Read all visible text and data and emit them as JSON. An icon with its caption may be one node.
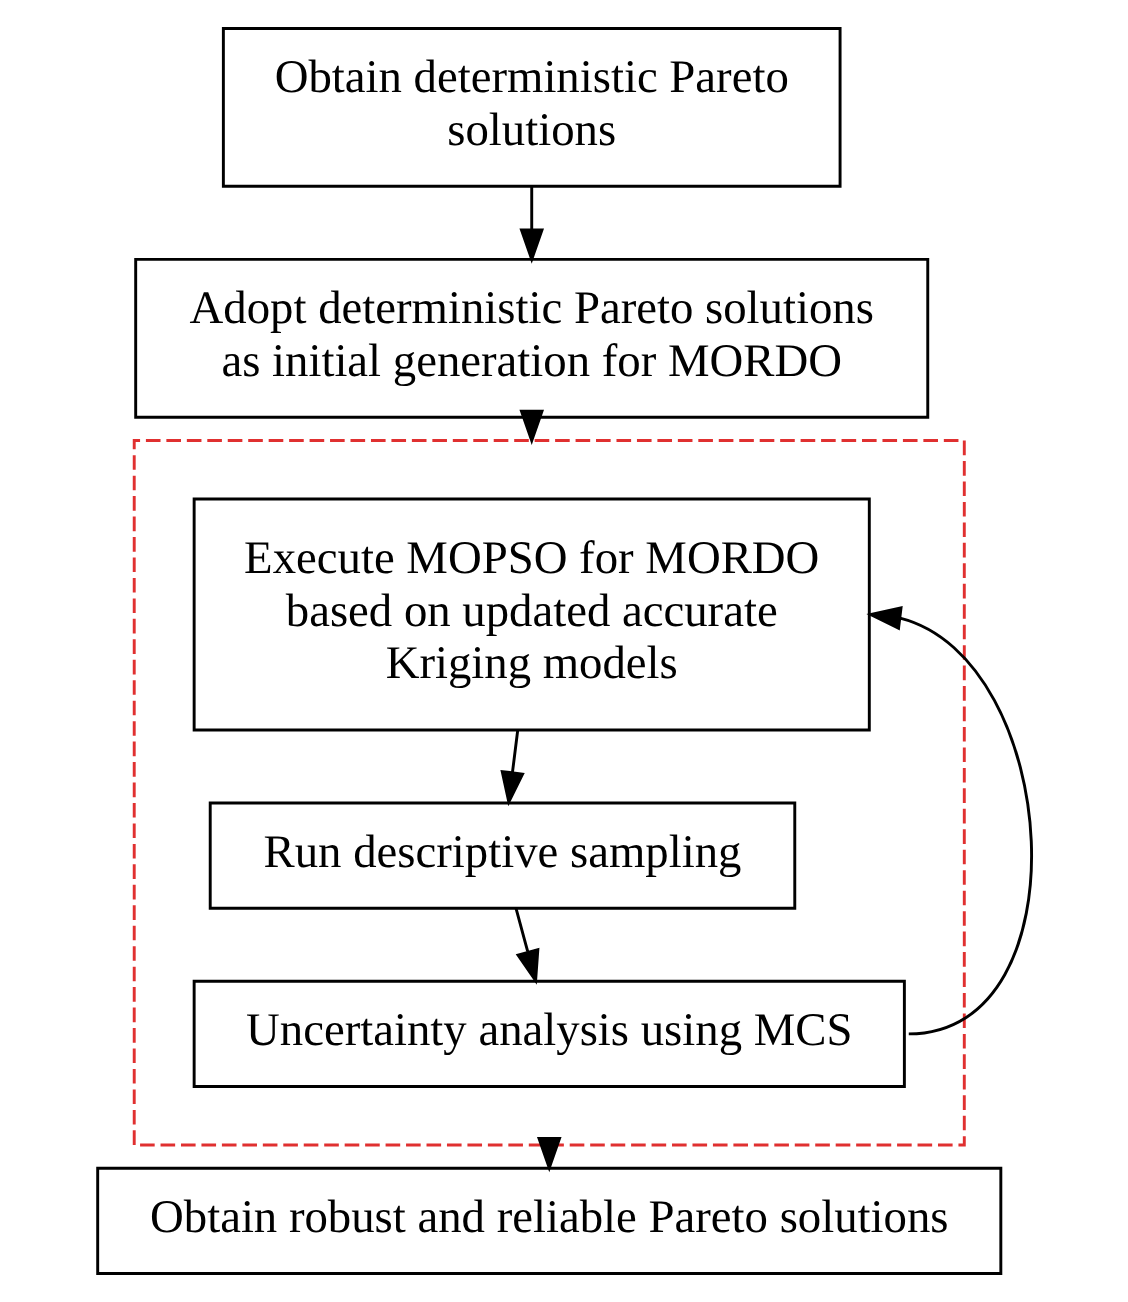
{
  "diagram": {
    "nodes": [
      {
        "text": [
          "Obtain deterministic Pareto solutions"
        ]
      },
      {
        "text": [
          "Adopt deterministic Pareto solutions as initial generation for MORDO"
        ]
      },
      {
        "text": [],
        "shape": "box"
      },
      {
        "text": [
          "Execute MOPSO for MORDO based on updated accurate Kriging models"
        ],
        "in": 2
      },
      {
        "text": [
          "Run descriptive sampling"
        ],
        "in": 2
      },
      {
        "text": [
          "Uncertainty analysis using MCS"
        ],
        "in": 2
      },
      {
        "text": [
          "Obtain robust and reliable Pareto solutions"
        ]
      }
    ],
    "edges": [
      {
        "from": 0,
        "to": 1,
        "arrow": "to"
      },
      {
        "from": 1,
        "to": 2,
        "arrow": "to"
      },
      {
        "from": 3,
        "to": 4,
        "arrow": "to"
      },
      {
        "from": 4,
        "to": 5,
        "arrow": "to"
      },
      {
        "from": 5,
        "to": 3,
        "arrow": "to"
      },
      {
        "from": 2,
        "to": 6,
        "arrow": "to"
      }
    ]
  }
}
